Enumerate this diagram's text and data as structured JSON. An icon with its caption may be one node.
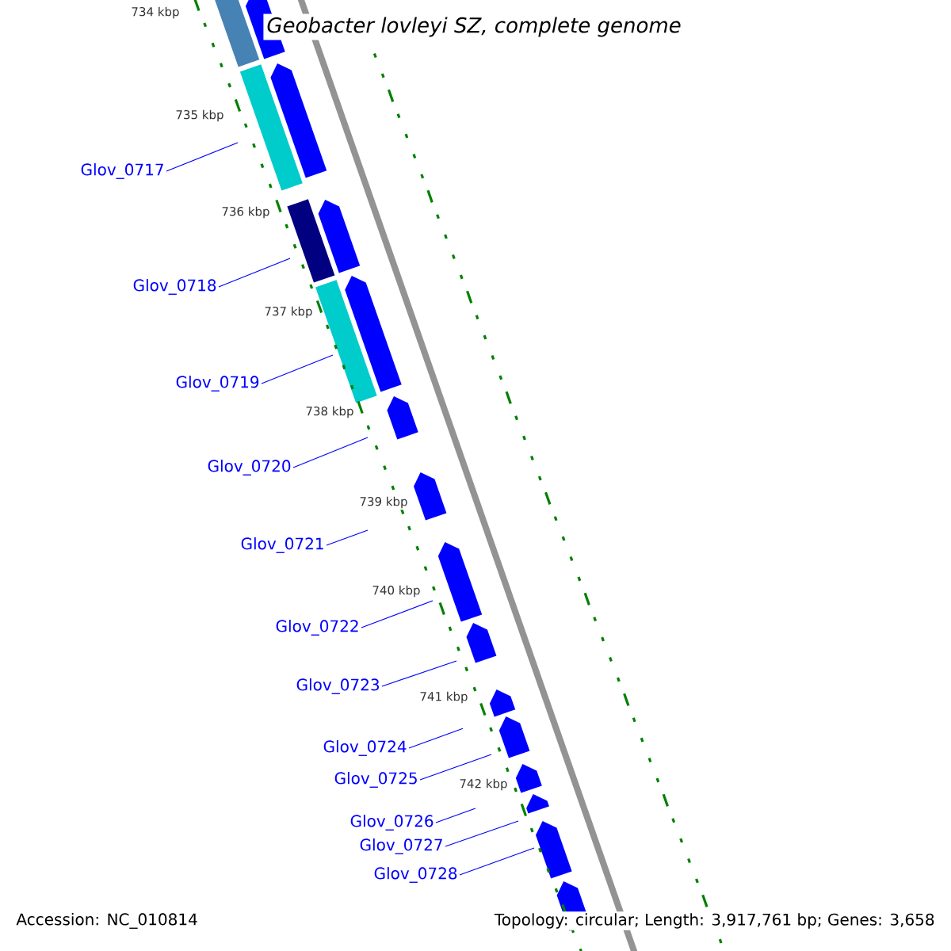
{
  "diagram": {
    "title": "Geobacter lovleyi SZ, complete genome",
    "nodes": [
      {
        "text": [
          "Glov_0717"
        ]
      },
      {
        "text": [
          "Glov_0718"
        ]
      },
      {
        "text": [
          "Glov_0719"
        ]
      },
      {
        "text": [
          "Glov_0720"
        ]
      },
      {
        "text": [
          "Glov_0721"
        ]
      },
      {
        "text": [
          "Glov_0722"
        ]
      },
      {
        "text": [
          "Glov_0723"
        ]
      },
      {
        "text": [
          "Glov_0724"
        ]
      },
      {
        "text": [
          "Glov_0725"
        ]
      },
      {
        "text": [
          "Glov_0726"
        ]
      },
      {
        "text": [
          "Glov_0727"
        ]
      },
      {
        "text": [
          "Glov_0728"
        ]
      }
    ],
    "edges": [
      {
        "from": 0,
        "to": null,
        "arrow": "none"
      },
      {
        "from": 1,
        "to": null,
        "arrow": "none"
      },
      {
        "from": 2,
        "to": null,
        "arrow": "none"
      },
      {
        "from": 3,
        "to": null,
        "arrow": "none"
      },
      {
        "from": 4,
        "to": null,
        "arrow": "none"
      },
      {
        "from": 5,
        "to": null,
        "arrow": "none"
      },
      {
        "from": 6,
        "to": null,
        "arrow": "none"
      },
      {
        "from": 7,
        "to": null,
        "arrow": "none"
      },
      {
        "from": 8,
        "to": null,
        "arrow": "none"
      },
      {
        "from": 9,
        "to": null,
        "arrow": "none"
      },
      {
        "from": 10,
        "to": null,
        "arrow": "none"
      },
      {
        "from": 11,
        "to": null,
        "arrow": "none"
      }
    ],
    "labels": [
      "734 kbp",
      "735 kbp",
      "736 kbp",
      "737 kbp",
      "738 kbp",
      "739 kbp",
      "740 kbp",
      "741 kbp",
      "742 kbp",
      "Accession: NC_010814",
      "Topology: circular; Length: 3,917,761 bp; Genes: 3,658"
    ]
  }
}
